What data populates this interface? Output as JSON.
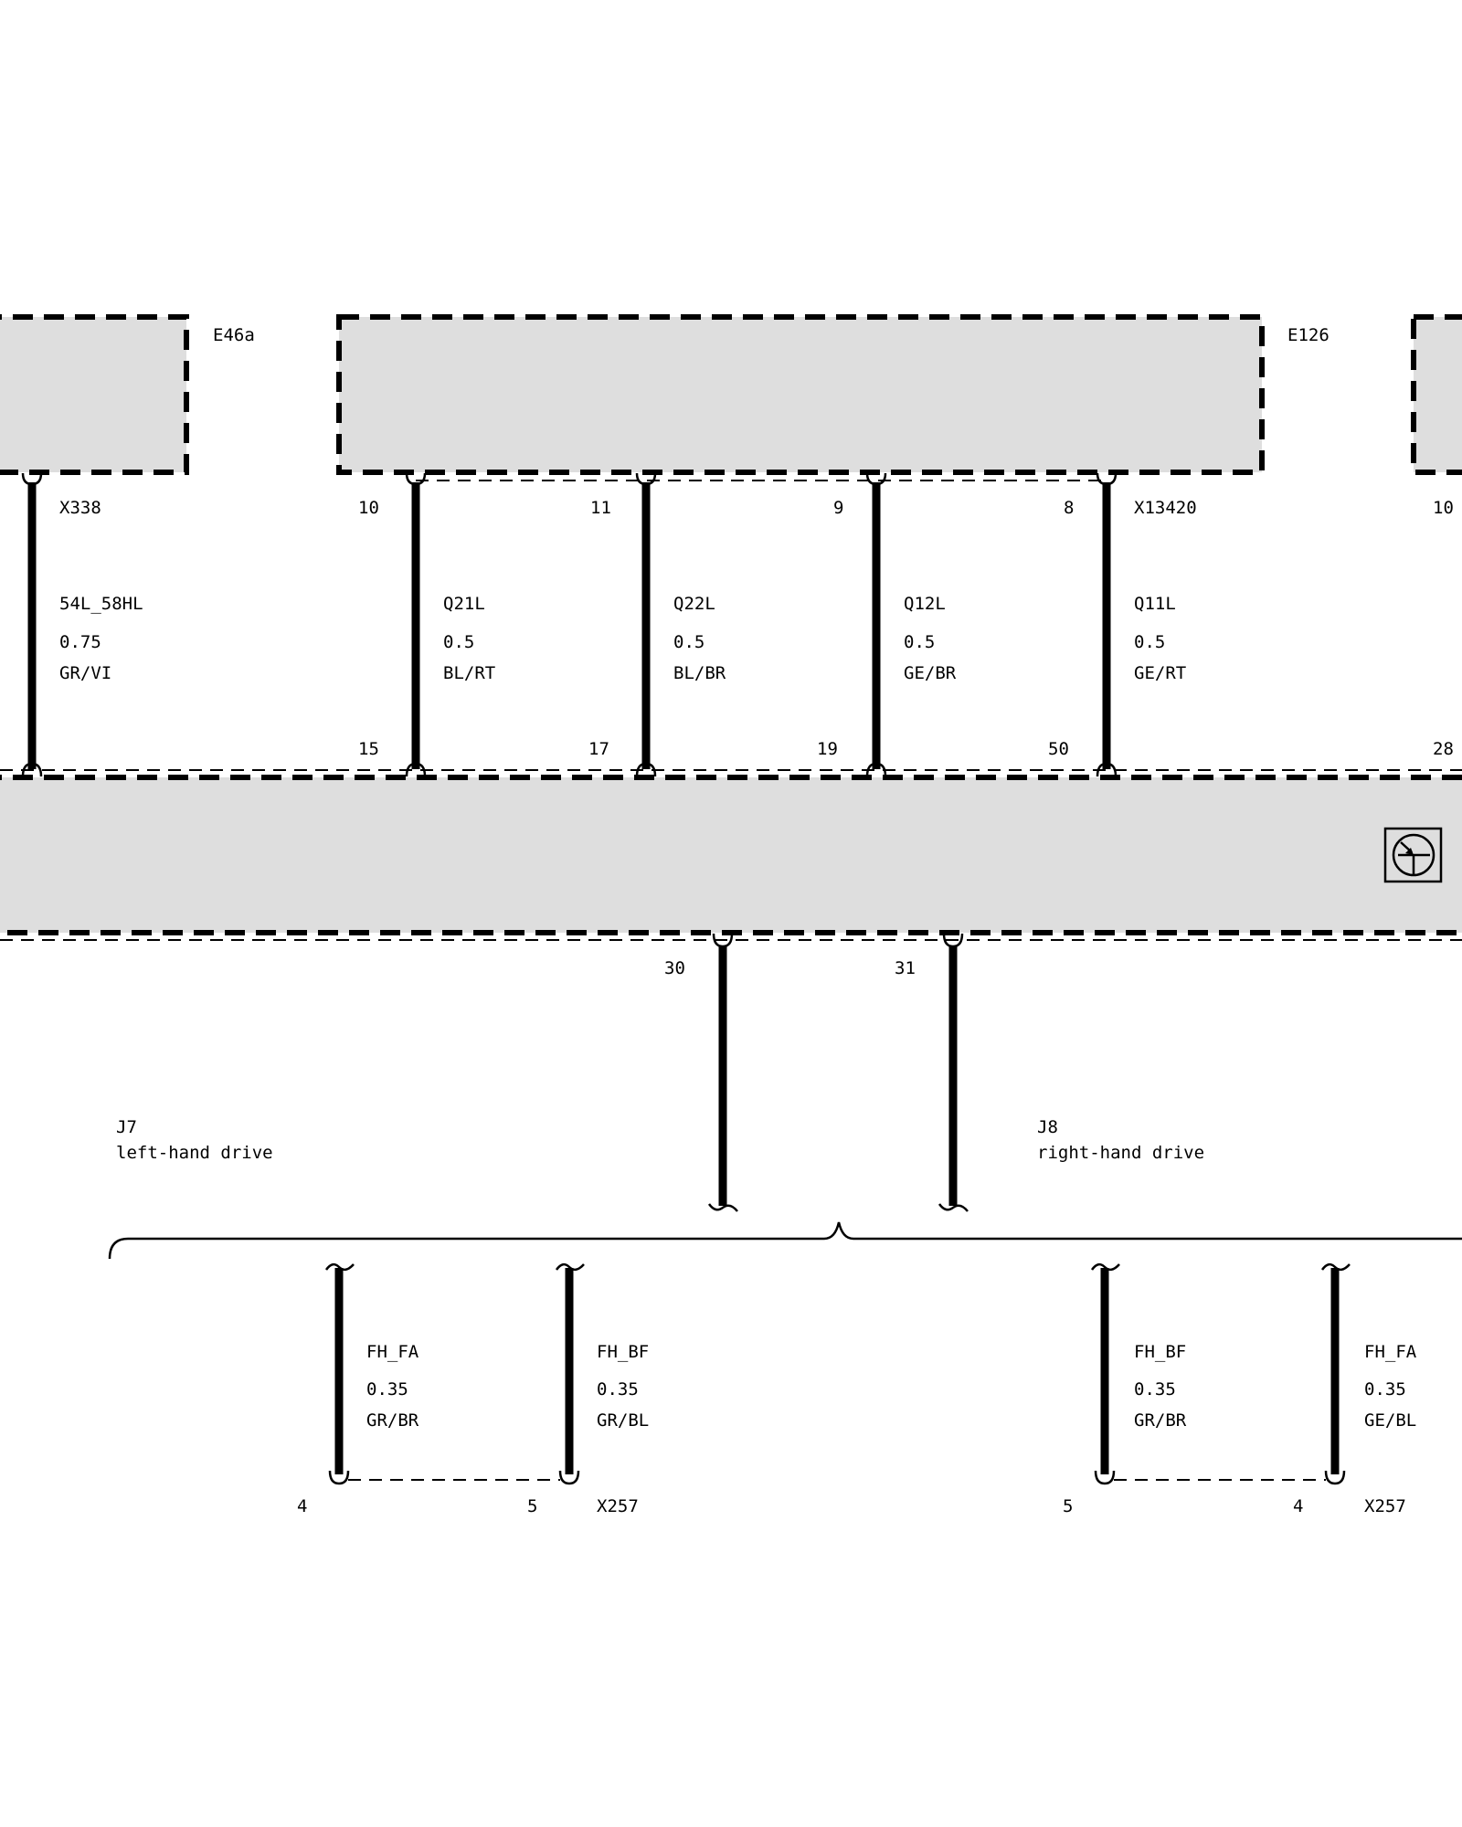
{
  "components": {
    "e46a": "E46a",
    "e126": "E126",
    "ground_symbol_icon": "transistor-symbol-icon"
  },
  "connectors": {
    "x338": "X338",
    "x13420": "X13420",
    "x257_left": "X257",
    "x257_right": "X257"
  },
  "pins": {
    "top": [
      "10",
      "11",
      "9",
      "8",
      "10"
    ],
    "middle": [
      "15",
      "17",
      "19",
      "50",
      "28"
    ],
    "bottom": [
      "30",
      "31"
    ],
    "left_group": [
      "4",
      "5"
    ],
    "right_group": [
      "5",
      "4"
    ]
  },
  "wires_top": [
    {
      "signal": "54L_58HL",
      "gauge": "0.75",
      "color": "GR/VI"
    },
    {
      "signal": "Q21L",
      "gauge": "0.5",
      "color": "BL/RT"
    },
    {
      "signal": "Q22L",
      "gauge": "0.5",
      "color": "BL/BR"
    },
    {
      "signal": "Q12L",
      "gauge": "0.5",
      "color": "GE/BR"
    },
    {
      "signal": "Q11L",
      "gauge": "0.5",
      "color": "GE/RT"
    }
  ],
  "wires_bottom": [
    {
      "signal": "FH_FA",
      "gauge": "0.35",
      "color": "GR/BR"
    },
    {
      "signal": "FH_BF",
      "gauge": "0.35",
      "color": "GR/BL"
    },
    {
      "signal": "FH_BF",
      "gauge": "0.35",
      "color": "GR/BR"
    },
    {
      "signal": "FH_FA",
      "gauge": "0.35",
      "color": "GE/BL"
    }
  ],
  "variants": {
    "j7_id": "J7",
    "j7_label": "left-hand drive",
    "j8_id": "J8",
    "j8_label": "right-hand drive"
  }
}
